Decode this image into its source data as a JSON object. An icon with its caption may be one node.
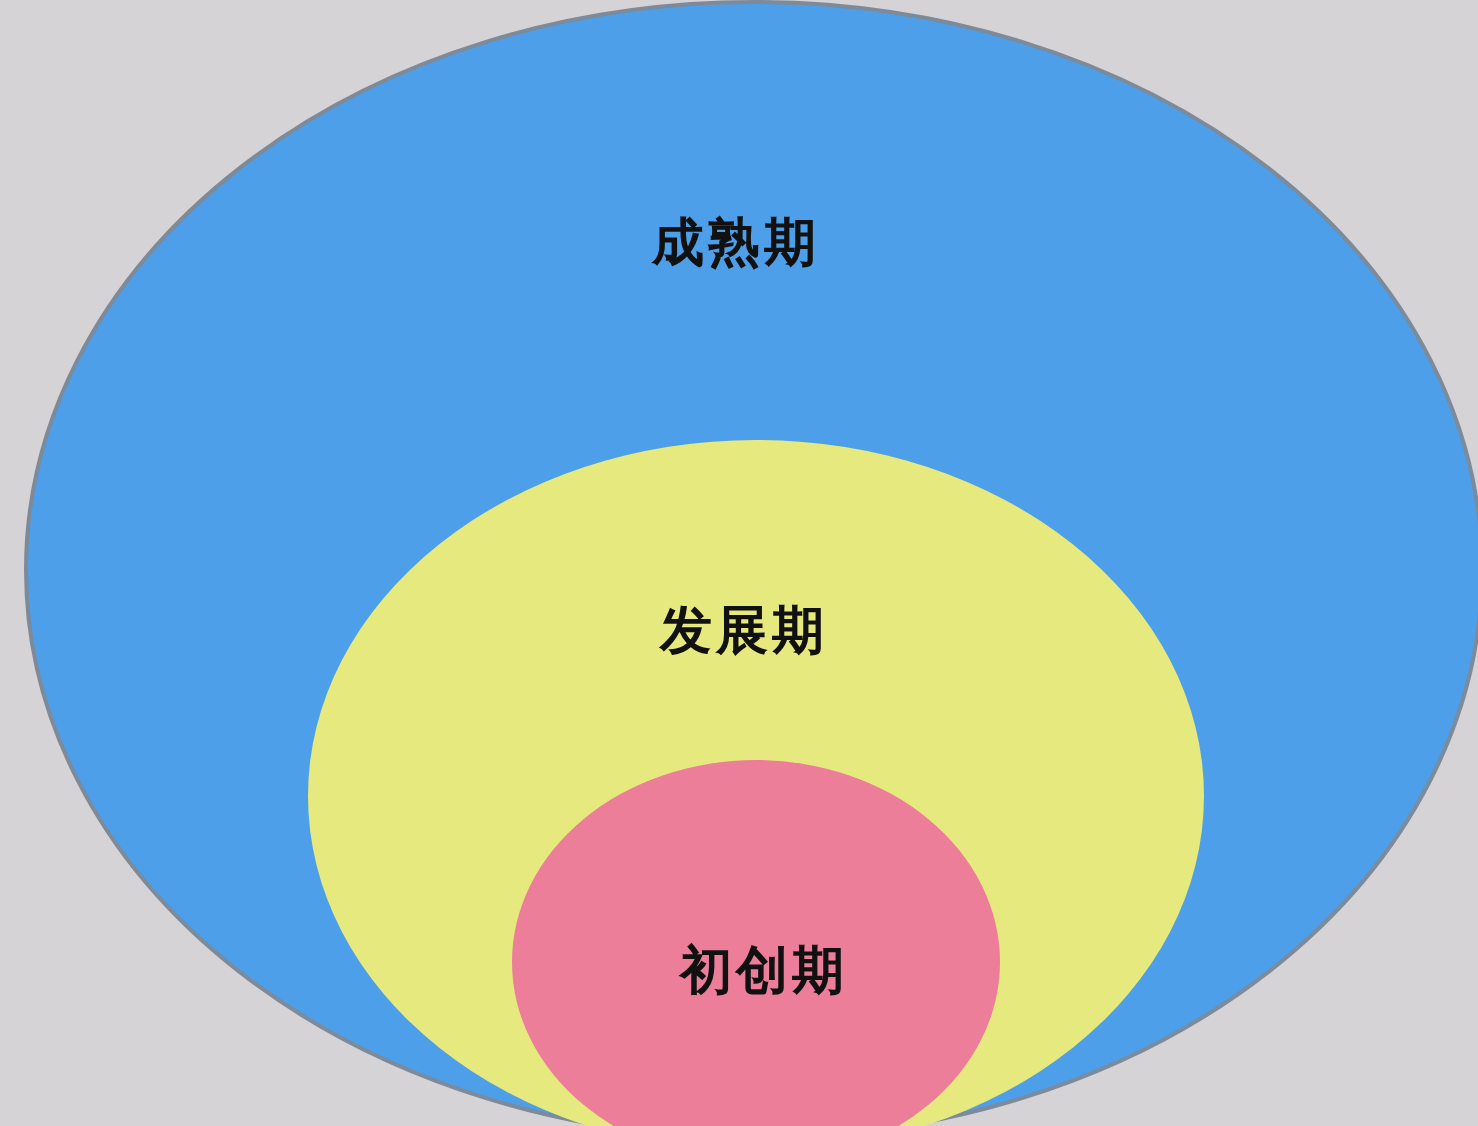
{
  "diagram": {
    "nodes": [
      {
        "text": [
          "成熟期"
        ]
      },
      {
        "text": [
          "发展期"
        ],
        "in": 0
      },
      {
        "text": [
          "初创期"
        ],
        "in": 1
      }
    ]
  }
}
